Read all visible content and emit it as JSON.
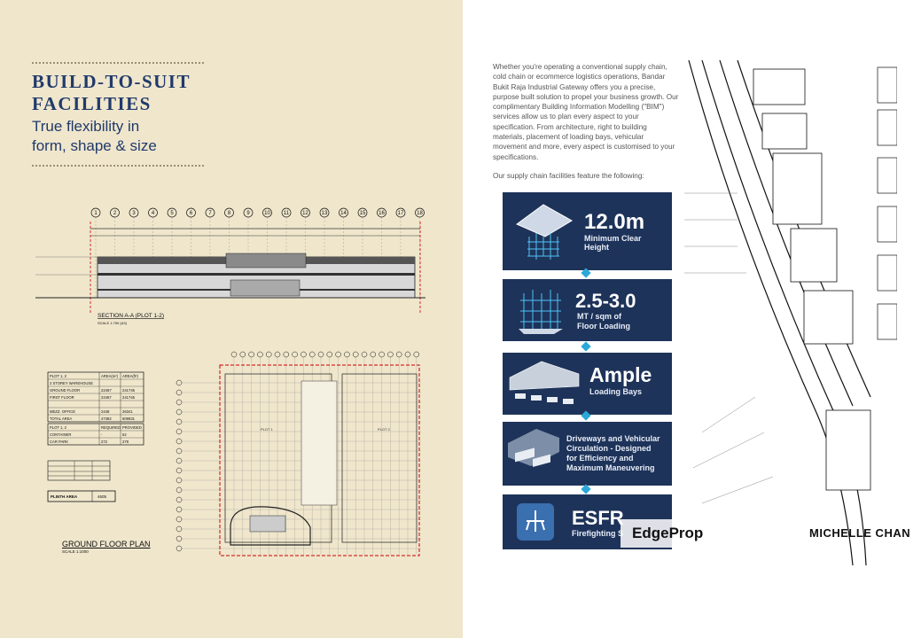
{
  "left": {
    "heading_line1": "BUILD-TO-SUIT",
    "heading_line2": "FACILITIES",
    "subheading_line1": "True flexibility in",
    "subheading_line2": "form, shape & size",
    "section_label": "SECTION A-A (PLOT 1-2)",
    "section_scale": "SCALE 1:750 (A3)",
    "ground_label": "GROUND FLOOR PLAN",
    "ground_scale": "SCALE 1:1000",
    "grid_numbers": [
      "1",
      "2",
      "3",
      "4",
      "5",
      "6",
      "7",
      "8",
      "9",
      "10",
      "11",
      "12",
      "13",
      "14",
      "15",
      "16",
      "17",
      "18"
    ],
    "plot1": "PLOT 1",
    "plot2": "PLOT 2",
    "area_table": {
      "headers": [
        "PLOT 1, 2",
        "AREA(m²)",
        "AREA(ft²)"
      ],
      "rows": [
        [
          "2 STOREY WAREHOUSE",
          "",
          ""
        ],
        [
          "GROUND FLOOR",
          "22467",
          "241745"
        ],
        [
          "FIRST FLOOR",
          "22467",
          "241745"
        ],
        [
          "",
          "",
          ""
        ],
        [
          "MEZZ. OFFICE",
          "2448",
          "26341"
        ],
        [
          "TOTAL AREA",
          "47382",
          "509831"
        ]
      ]
    },
    "parking_table": {
      "headers": [
        "PLOT 1, 2",
        "REQUIRED",
        "PROVIDED"
      ],
      "rows": [
        [
          "CONTAINER",
          "-",
          "52"
        ],
        [
          "CAR PARK",
          "272",
          "278"
        ]
      ]
    },
    "plinth_label": "PLINTH AREA",
    "plinth_value": "4605"
  },
  "right": {
    "intro": "Whether you're operating a conventional supply chain, cold chain or ecommerce logistics operations, Bandar Bukit Raja Industrial Gateway offers you a precise, purpose built solution to propel your business growth. Our complimentary Building Information Modelling (\"BIM\") services allow us to plan every aspect to your specification. From architecture, right to building materials, placement of loading bays, vehicular movement and more, every aspect is customised to your specifications.",
    "features_lead": "Our supply chain facilities feature the following:",
    "features": [
      {
        "big": "12.0m",
        "small1": "Minimum Clear",
        "small2": "Height",
        "icon": "clear-height-icon"
      },
      {
        "big": "2.5-3.0",
        "small1": "MT / sqm of",
        "small2": "Floor Loading",
        "icon": "floor-loading-icon"
      },
      {
        "big": "Ample",
        "small1": "Loading Bays",
        "small2": "",
        "icon": "loading-bay-icon"
      },
      {
        "big": "",
        "small1": "Driveways and Vehicular",
        "small2": "Circulation - Designed",
        "small3": "for Efficiency and",
        "small4": "Maximum Maneuvering",
        "icon": "truck-icon"
      },
      {
        "big": "ESFR",
        "small1": "Firefighting S",
        "small2": "",
        "icon": "sprinkler-icon"
      }
    ]
  },
  "watermarks": {
    "brand_edge": "Edge",
    "brand_prop": "Prop",
    "agent": "MICHELLE CHAN"
  },
  "colors": {
    "navy": "#1e3359",
    "accent": "#2aa8d8",
    "beige": "#efe6cc",
    "heading": "#213a6b"
  }
}
